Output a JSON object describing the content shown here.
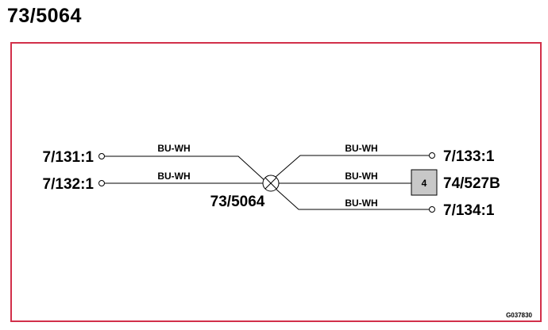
{
  "page_title": "73/5064",
  "frame_color": "#d2304a",
  "splice": {
    "label": "73/5064",
    "icon": "splice-x-circle-icon"
  },
  "left_terminals": [
    {
      "label": "7/131:1",
      "wire": "BU-WH"
    },
    {
      "label": "7/132:1",
      "wire": "BU-WH"
    }
  ],
  "right_terminals": [
    {
      "label": "7/133:1",
      "wire": "BU-WH"
    },
    {
      "label": "74/527B",
      "wire": "BU-WH",
      "connector_pin": "4"
    },
    {
      "label": "7/134:1",
      "wire": "BU-WH"
    }
  ],
  "connector_fill": "#c8c8c8",
  "drawing_code": "G037830"
}
